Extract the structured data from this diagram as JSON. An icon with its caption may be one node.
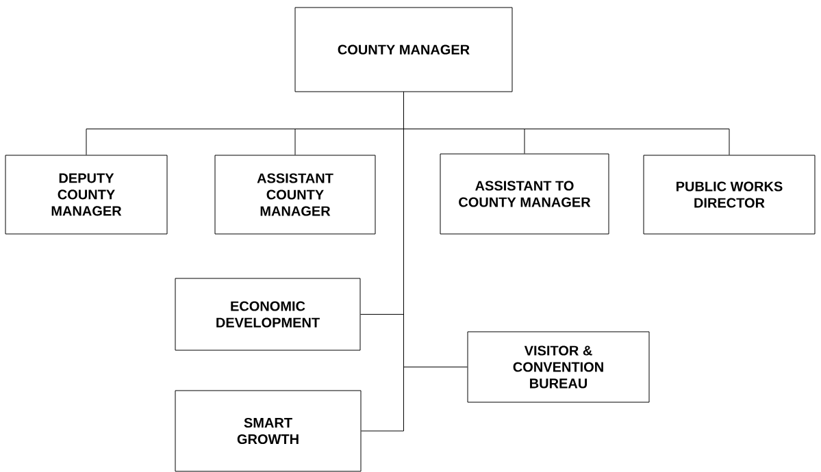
{
  "diagram": {
    "nodes": [
      {
        "text": [
          "COUNTY MANAGER"
        ]
      },
      {
        "text": [
          "DEPUTY COUNTY MANAGER"
        ]
      },
      {
        "text": [
          "ASSISTANT COUNTY MANAGER"
        ]
      },
      {
        "text": [
          "ASSISTANT TO COUNTY MANAGER"
        ]
      },
      {
        "text": [
          "PUBLIC WORKS DIRECTOR"
        ]
      },
      {
        "text": [
          "ECONOMIC DEVELOPMENT"
        ]
      },
      {
        "text": [
          "VISITOR & CONVENTION BUREAU"
        ]
      },
      {
        "text": [
          "SMART GROWTH"
        ]
      }
    ],
    "edges": [
      {
        "from": 0,
        "to": 1,
        "arrow": "none"
      },
      {
        "from": 0,
        "to": 2,
        "arrow": "none"
      },
      {
        "from": 0,
        "to": 3,
        "arrow": "none"
      },
      {
        "from": 0,
        "to": 4,
        "arrow": "none"
      },
      {
        "from": 0,
        "to": 5,
        "arrow": "none"
      },
      {
        "from": 0,
        "to": 6,
        "arrow": "none"
      },
      {
        "from": 0,
        "to": 7,
        "arrow": "none"
      }
    ]
  }
}
